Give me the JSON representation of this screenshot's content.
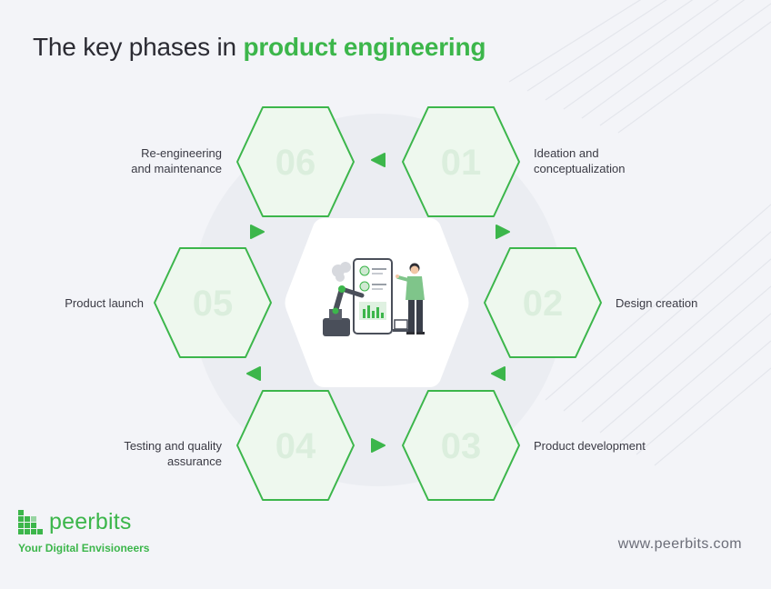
{
  "title": {
    "prefix": "The key phases in",
    "highlight": "product engineering"
  },
  "phases": [
    {
      "number": "01",
      "label_lines": [
        "Ideation and",
        "conceptualization"
      ]
    },
    {
      "number": "02",
      "label_lines": [
        "Design creation"
      ]
    },
    {
      "number": "03",
      "label_lines": [
        "Product development"
      ]
    },
    {
      "number": "04",
      "label_lines": [
        "Testing and quality",
        "assurance"
      ]
    },
    {
      "number": "05",
      "label_lines": [
        "Product launch"
      ]
    },
    {
      "number": "06",
      "label_lines": [
        "Re-engineering",
        "and maintenance"
      ]
    }
  ],
  "brand": {
    "name": "peerbits",
    "tagline": "Your Digital Envisioneers",
    "website": "www.peerbits.com"
  },
  "colors": {
    "accent": "#3cb64b",
    "hex_fill": "#eef8ee",
    "number_fill": "#dbeedd",
    "background": "#f3f4f8"
  },
  "icons": {
    "center": "robot-arm-engineer-illustration",
    "logo": "peerbits-grid-logo-icon",
    "arrows": "triangle-arrow-icon"
  }
}
